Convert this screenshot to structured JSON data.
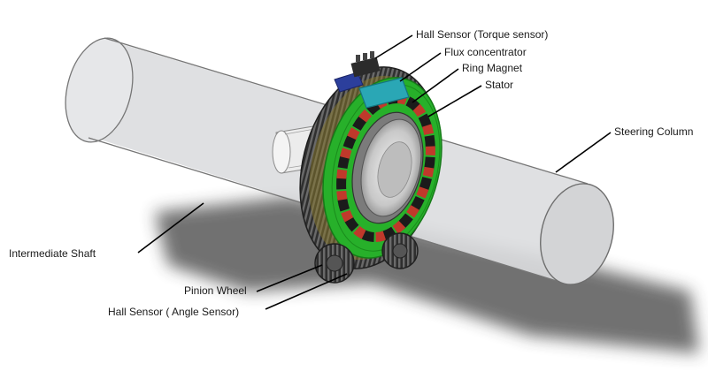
{
  "labels": {
    "hall_torque": "Hall Sensor (Torque sensor)",
    "flux": "Flux concentrator",
    "ring_magnet": "Ring Magnet",
    "stator": "Stator",
    "steering_column": "Steering Column",
    "intermediate_shaft": "Intermediate Shaft",
    "pinion_wheel": "Pinion Wheel",
    "hall_angle": "Hall Sensor ( Angle Sensor)"
  },
  "colors": {
    "column_fill": "#d9dadb",
    "column_edge": "#6e6e6e",
    "green_ring": "#27b02a",
    "gear": "#3a3a3a",
    "magnet_red": "#c0392b",
    "flux_teal": "#2aa7b5",
    "sensor_blue": "#2c3f9c",
    "shadow": "#3a3a3a"
  }
}
